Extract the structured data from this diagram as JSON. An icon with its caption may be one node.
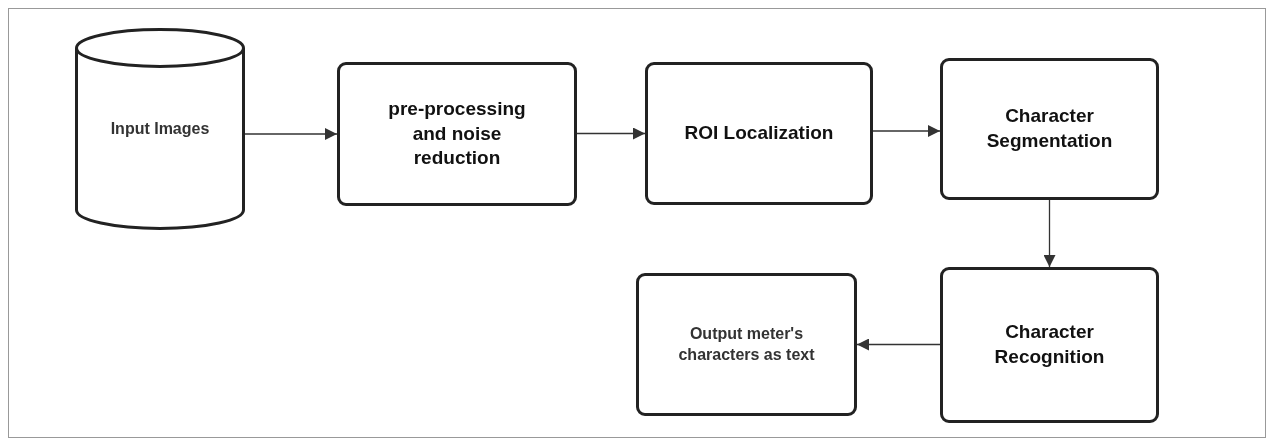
{
  "diagram": {
    "nodes": [
      {
        "text": [
          "Input Images"
        ]
      },
      {
        "text": [
          "pre-processing and noise reduction"
        ]
      },
      {
        "text": [
          "ROI Localization"
        ]
      },
      {
        "text": [
          "Character Segmentation"
        ]
      },
      {
        "text": [
          "Character Recognition"
        ]
      },
      {
        "text": [
          "Output meter's characters as text"
        ]
      }
    ],
    "edges": [
      {
        "from": 0,
        "to": 1,
        "arrow": "to"
      },
      {
        "from": 1,
        "to": 2,
        "arrow": "to"
      },
      {
        "from": 2,
        "to": 3,
        "arrow": "to"
      },
      {
        "from": 3,
        "to": 4,
        "arrow": "to"
      },
      {
        "from": 4,
        "to": 5,
        "arrow": "to"
      }
    ]
  }
}
